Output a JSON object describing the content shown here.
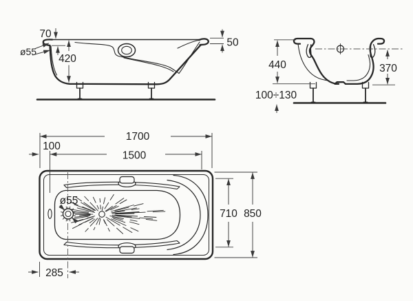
{
  "colors": {
    "line": "#262626",
    "dim": "#3a3a3a",
    "text": "#1d1d1d",
    "centerline": "#555555",
    "background": "#fbfbf9"
  },
  "side_view": {
    "rim_lip_height": "70",
    "overflow_diameter": "ø55",
    "inner_depth": "420",
    "rim_edge_height": "50"
  },
  "end_view": {
    "overall_height": "440",
    "basin_depth": "370",
    "feet_height_range": "100÷130"
  },
  "top_view": {
    "overall_length": "1700",
    "end_to_basin": "100",
    "basin_length": "1500",
    "drain_diameter": "ø55",
    "basin_width": "710",
    "overall_width": "850",
    "drain_from_end": "285"
  }
}
